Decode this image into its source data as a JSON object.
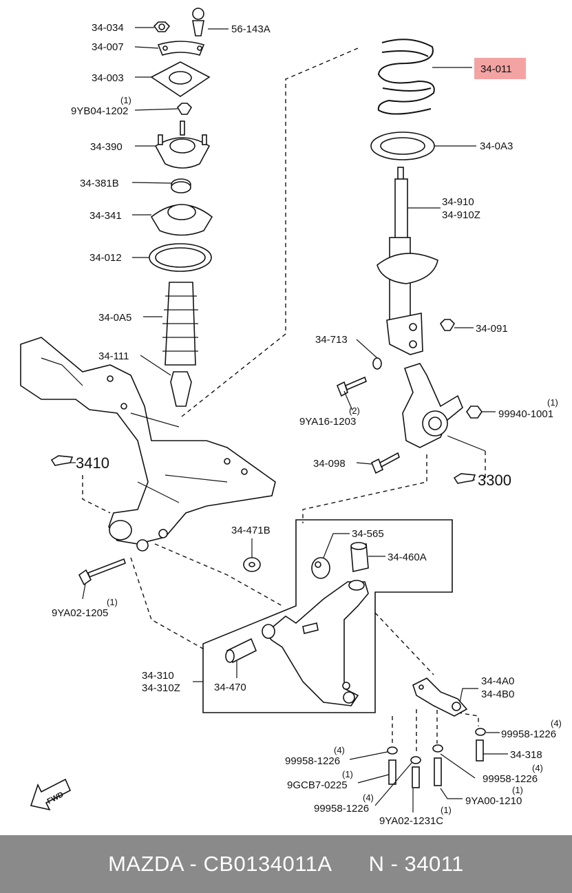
{
  "labels": {
    "l_34_034": "34-034",
    "l_56_143A": "56-143A",
    "l_34_007": "34-007",
    "l_34_003": "34-003",
    "l_9YB04_1202": "9YB04-1202",
    "l_9YB04_1202_q": "(1)",
    "l_34_390": "34-390",
    "l_34_381B": "34-381B",
    "l_34_341": "34-341",
    "l_34_012": "34-012",
    "l_34_0A5": "34-0A5",
    "l_34_111": "34-111",
    "l_34_011": "34-011",
    "l_34_0A3": "34-0A3",
    "l_34_910": "34-910",
    "l_34_910Z": "34-910Z",
    "l_34_713": "34-713",
    "l_34_091": "34-091",
    "l_9YA16_1203": "9YA16-1203",
    "l_9YA16_1203_q": "(2)",
    "l_99940_1001": "99940-1001",
    "l_99940_1001_q": "(1)",
    "l_34_098": "34-098",
    "l_3410": "3410",
    "l_3300": "3300",
    "l_34_471B": "34-471B",
    "l_34_565": "34-565",
    "l_34_460A": "34-460A",
    "l_9YA02_1205": "9YA02-1205",
    "l_9YA02_1205_q": "(1)",
    "l_34_310": "34-310",
    "l_34_310Z": "34-310Z",
    "l_34_470": "34-470",
    "l_34_4A0": "34-4A0",
    "l_34_4B0": "34-4B0",
    "l_99958_1226_r": "99958-1226",
    "l_99958_1226_r_q": "(4)",
    "l_34_318": "34-318",
    "l_99958_1226_l": "99958-1226",
    "l_99958_1226_l_q": "(4)",
    "l_99958_1226_m": "99958-1226",
    "l_99958_1226_m_q": "(4)",
    "l_9GCB7_0225": "9GCB7-0225",
    "l_9GCB7_0225_q": "(1)",
    "l_99958_1226_b": "99958-1226",
    "l_99958_1226_b_q": "(4)",
    "l_9YA00_1210": "9YA00-1210",
    "l_9YA00_1210_q": "(1)",
    "l_9YA02_1231C": "9YA02-1231C",
    "l_9YA02_1231C_q": "(1)",
    "fwd": "FWD"
  },
  "highlight_color": "#f4a3a3",
  "footer": {
    "brand": "MAZDA",
    "part_number": "CB0134011A",
    "diagram_number": "N - 34011"
  }
}
